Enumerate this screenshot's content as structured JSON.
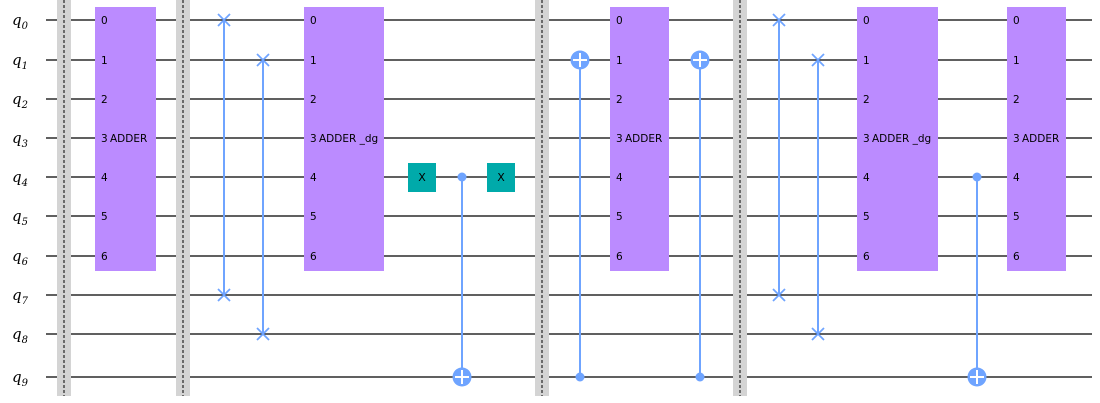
{
  "qubits": [
    {
      "name": "q",
      "index": "0"
    },
    {
      "name": "q",
      "index": "1"
    },
    {
      "name": "q",
      "index": "2"
    },
    {
      "name": "q",
      "index": "3"
    },
    {
      "name": "q",
      "index": "4"
    },
    {
      "name": "q",
      "index": "5"
    },
    {
      "name": "q",
      "index": "6"
    },
    {
      "name": "q",
      "index": "7"
    },
    {
      "name": "q",
      "index": "8"
    },
    {
      "name": "q",
      "index": "9"
    }
  ],
  "adder_blocks": [
    {
      "name": "ADDER",
      "pins": [
        "0",
        "1",
        "2",
        "3",
        "4",
        "5",
        "6"
      ]
    },
    {
      "name": "ADDER _dg",
      "pins": [
        "0",
        "1",
        "2",
        "3",
        "4",
        "5",
        "6"
      ]
    },
    {
      "name": "ADDER",
      "pins": [
        "0",
        "1",
        "2",
        "3",
        "4",
        "5",
        "6"
      ]
    },
    {
      "name": "ADDER _dg",
      "pins": [
        "0",
        "1",
        "2",
        "3",
        "4",
        "5",
        "6"
      ]
    },
    {
      "name": "ADDER",
      "pins": [
        "0",
        "1",
        "2",
        "3",
        "4",
        "5",
        "6"
      ]
    }
  ],
  "x_gate_label": "X",
  "colors": {
    "adder": "#bb8bff",
    "x_gate": "#00aaaa",
    "control": "#6fa4ff",
    "barrier": "#d4d4d4"
  }
}
